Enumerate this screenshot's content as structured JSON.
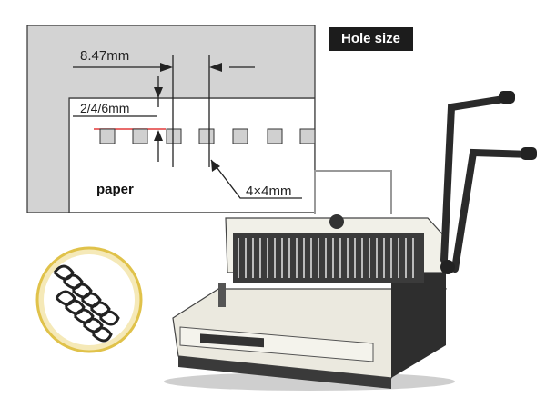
{
  "badge": {
    "label": "Hole size"
  },
  "diagram": {
    "pitch_label": "8.47mm",
    "margin_label": "2/4/6mm",
    "hole_label": "4×4mm",
    "paper_label": "paper"
  },
  "colors": {
    "panel": "#d2d2d2",
    "paper": "#ffffff",
    "margin_line": "#e23a3a",
    "badge_bg": "#1c1c1c",
    "machine_body": "#f1f0e8",
    "machine_dark": "#2e2e2e"
  },
  "icons": {
    "machine": "wire-binding-machine-illustration",
    "coil": "double-loop-wire-coil-icon"
  }
}
